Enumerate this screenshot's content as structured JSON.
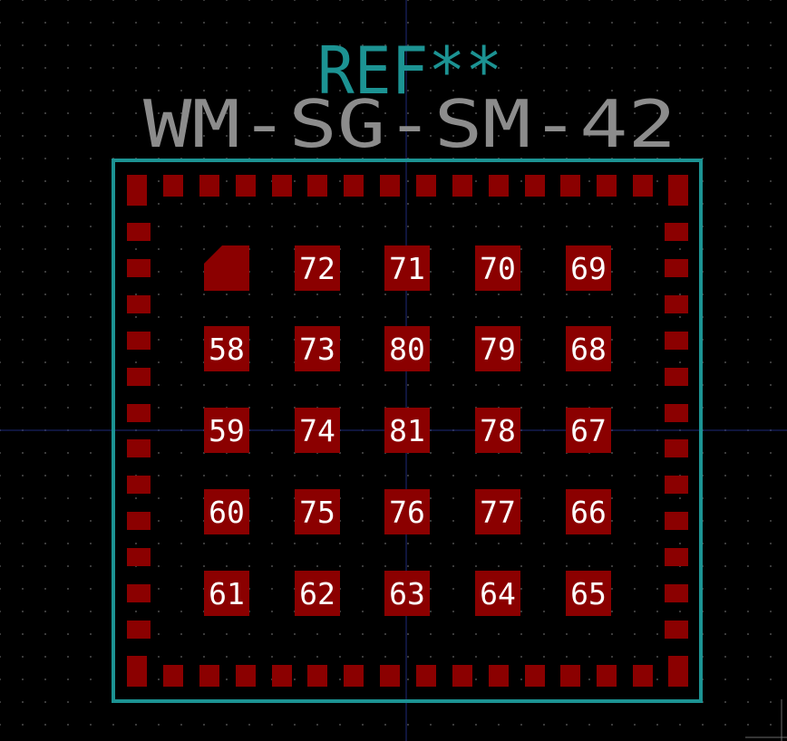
{
  "footprint": {
    "reference": "REF**",
    "value": "WM-SG-SM-42"
  },
  "colors": {
    "background": "#000000",
    "grid_dot": "#3a3a3a",
    "crosshair": "#1e2a78",
    "courtyard": "#1c9393",
    "reference_text": "#1c9393",
    "value_text": "#8c8c8c",
    "pad_fill": "#8b0000",
    "pad_label": "#ffffff"
  },
  "pads": {
    "inner_rows": [
      [
        "",
        "72",
        "71",
        "70",
        "69"
      ],
      [
        "58",
        "73",
        "80",
        "79",
        "68"
      ],
      [
        "59",
        "74",
        "81",
        "78",
        "67"
      ],
      [
        "60",
        "75",
        "76",
        "77",
        "66"
      ],
      [
        "61",
        "62",
        "63",
        "64",
        "65"
      ]
    ],
    "perimeter": {
      "top_count": 14,
      "bottom_count": 14,
      "left_count": 12,
      "right_count": 12,
      "corner_count": 4
    }
  },
  "pin1_marker": "pin-1-chamfer"
}
